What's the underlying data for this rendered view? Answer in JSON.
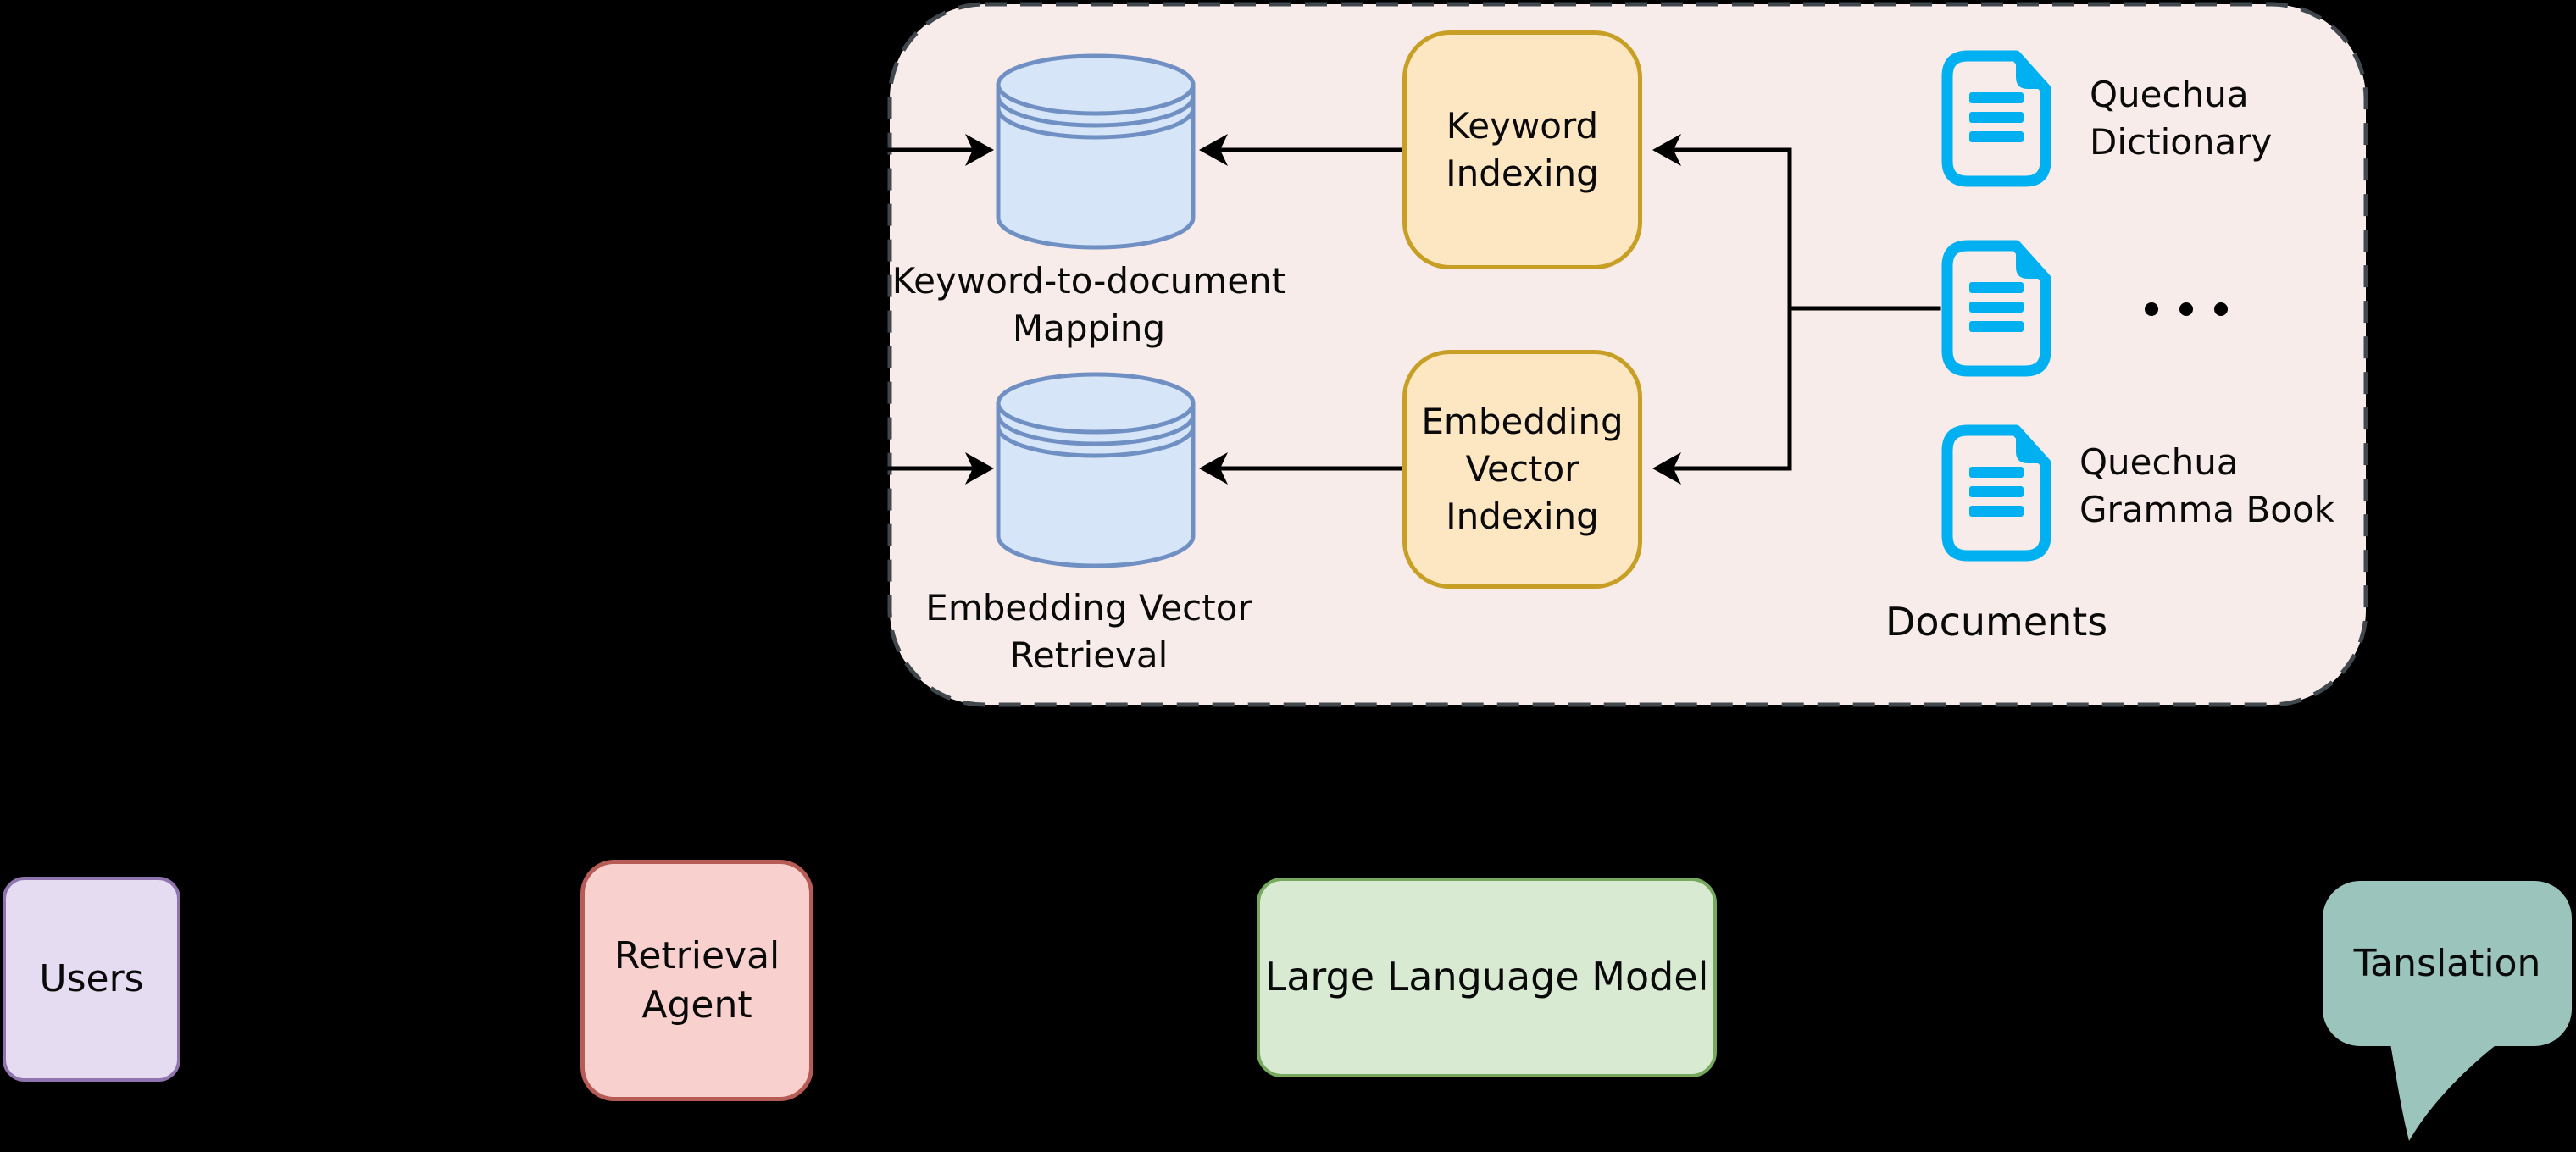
{
  "colors": {
    "bg": "#000000",
    "text": "#0a0a0a",
    "arrow": "#000000",
    "container-fill": "#f8ecea",
    "container-border": "#40484e",
    "cylinder-fill": "#d6e5f8",
    "cylinder-stroke": "#7090c3",
    "indexer-fill": "#fde7c3",
    "indexer-stroke": "#c79f24",
    "doc-icon": "#00b0f0",
    "users-fill": "#e6dcf1",
    "users-stroke": "#8f74ad",
    "agent-fill": "#f8d1cf",
    "agent-stroke": "#b65b55",
    "llm-fill": "#d9ead2",
    "llm-stroke": "#76a95d",
    "bubble-fill": "#9bc4bd"
  },
  "knowledge_base": {
    "stores": [
      {
        "label": "Keyword-to-document\nMapping"
      },
      {
        "label": "Embedding Vector\nRetrieval"
      }
    ],
    "indexers": [
      {
        "label": "Keyword\nIndexing"
      },
      {
        "label": "Embedding\nVector\nIndexing"
      }
    ],
    "documents": {
      "items": [
        {
          "label": "Quechua\nDictionary"
        },
        {
          "label": "..."
        },
        {
          "label": "Quechua\nGramma Book"
        }
      ],
      "caption": "Documents"
    }
  },
  "pipeline": {
    "users": {
      "label": "Users"
    },
    "retrieval_agent": {
      "label": "Retrieval\nAgent"
    },
    "llm": {
      "label": "Large Language Model"
    },
    "output": {
      "label": "Tanslation"
    }
  },
  "connections": [
    {
      "from": "outside-left",
      "to": "keyword-to-document-mapping"
    },
    {
      "from": "keyword-indexing",
      "to": "keyword-to-document-mapping"
    },
    {
      "from": "documents",
      "to": "keyword-indexing"
    },
    {
      "from": "outside-left",
      "to": "embedding-vector-retrieval"
    },
    {
      "from": "embedding-vector-indexing",
      "to": "embedding-vector-retrieval"
    },
    {
      "from": "documents",
      "to": "embedding-vector-indexing"
    }
  ]
}
